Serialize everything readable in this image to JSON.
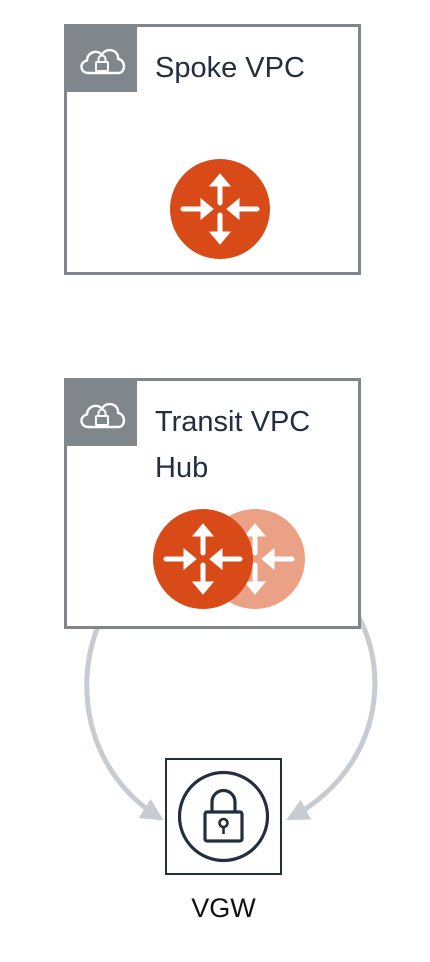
{
  "spoke_vpc": {
    "title": "Spoke VPC",
    "icon": "cloud-lock-icon",
    "router_icon": "router-icon"
  },
  "transit_vpc": {
    "title": "Transit VPC\nHub",
    "icon": "cloud-lock-icon",
    "router_icons": [
      "router-icon",
      "router-icon"
    ]
  },
  "vgw": {
    "label": "VGW",
    "icon": "padlock-icon"
  },
  "colors": {
    "border": "#7f868c",
    "router_primary": "#d84a18",
    "router_secondary": "#eba185",
    "connector": "#c6ccd1",
    "text": "#232f3e"
  }
}
